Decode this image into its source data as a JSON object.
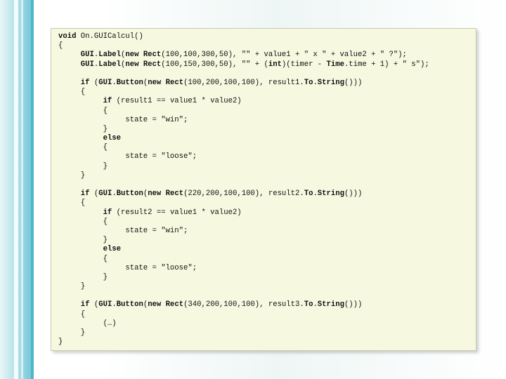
{
  "code": {
    "lines": [
      "void On.GUICalcul()",
      "{",
      "     GUI.Label(new Rect(100,100,300,50), \"\" + value1 + \" x \" + value2 + \" ?\");",
      "     GUI.Label(new Rect(100,150,300,50), \"\" + (int)(timer - Time.time + 1) + \" s\");",
      "",
      "     if (GUI.Button(new Rect(100,200,100,100), result1.To.String()))",
      "     {",
      "          if (result1 == value1 * value2)",
      "          {",
      "               state = \"win\";",
      "          }",
      "          else",
      "          {",
      "               state = \"loose\";",
      "          }",
      "     }",
      "",
      "     if (GUI.Button(new Rect(220,200,100,100), result2.To.String()))",
      "     {",
      "          if (result2 == value1 * value2)",
      "          {",
      "               state = \"win\";",
      "          }",
      "          else",
      "          {",
      "               state = \"loose\";",
      "          }",
      "     }",
      "",
      "     if (GUI.Button(new Rect(340,200,100,100), result3.To.String()))",
      "     {",
      "          (…)",
      "     }",
      "}"
    ]
  }
}
